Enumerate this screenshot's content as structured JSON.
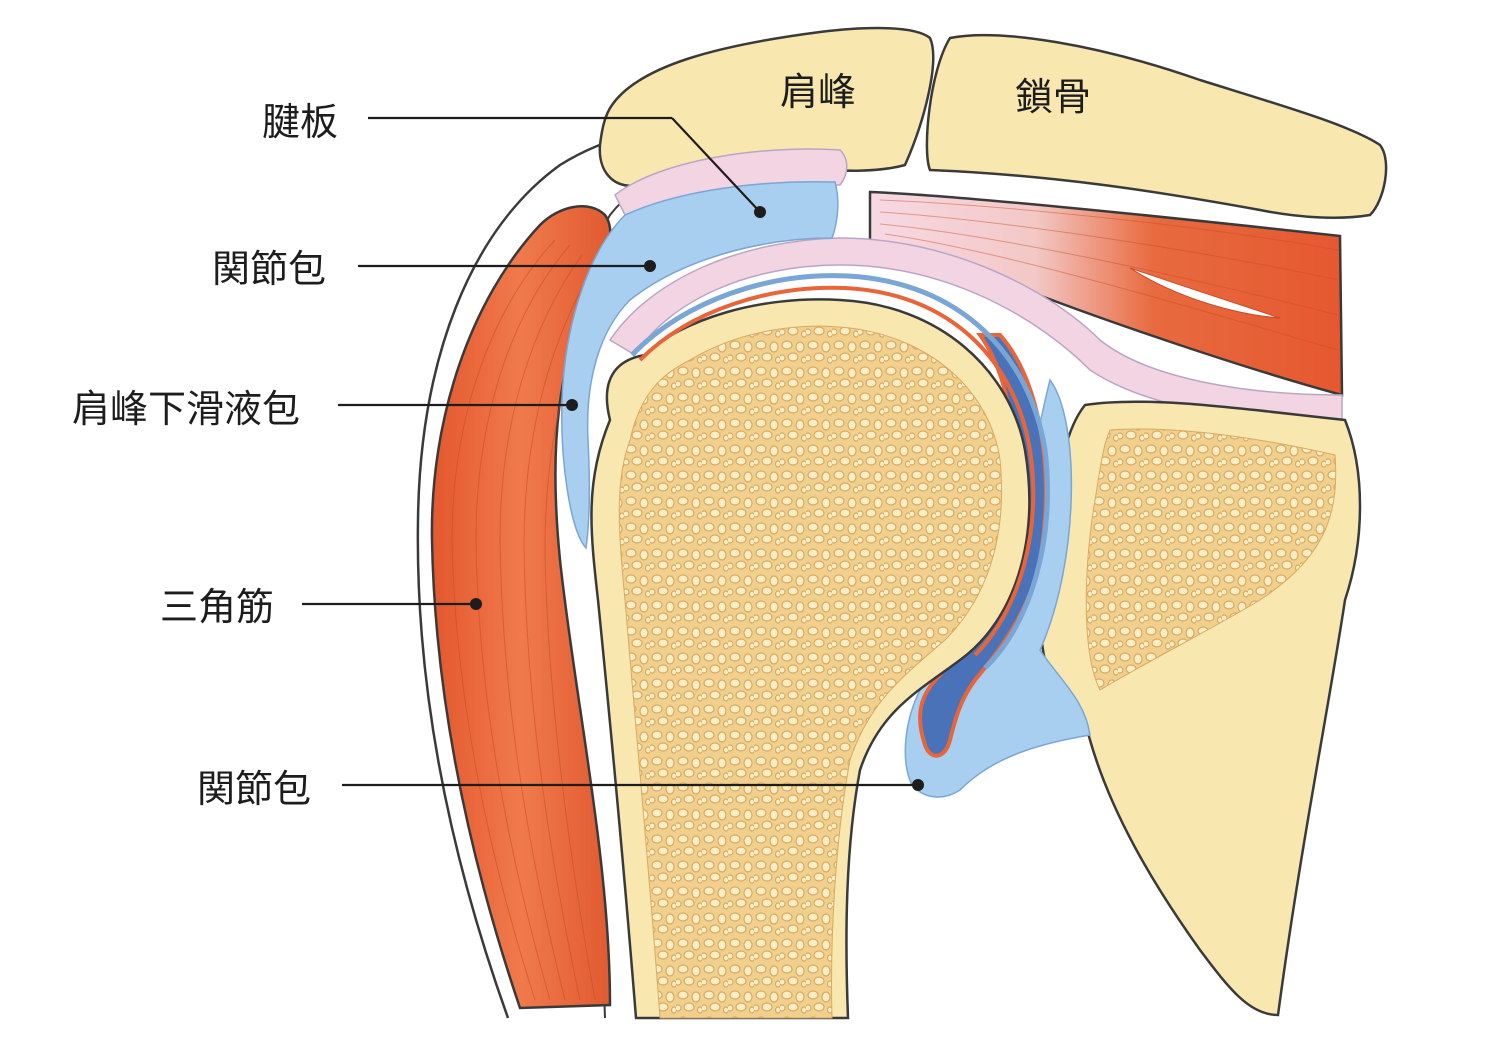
{
  "structures": {
    "acromion": "肩峰",
    "clavicle": "鎖骨"
  },
  "labels": {
    "tendon_plate": "腱板",
    "joint_capsule_upper": "関節包",
    "subacromial_bursa": "肩峰下滑液包",
    "deltoid": "三角筋",
    "joint_capsule_lower": "関節包"
  },
  "colors": {
    "bone": "#f8e8b0",
    "bone_pattern": "#e0b870",
    "bone_pattern_fill": "#f3d496",
    "muscle": "#e8653a",
    "capsule_blue": "#a8cff0",
    "synovial_dark_blue": "#4a72b8",
    "tendon_pink": "#f2d4e2",
    "outline": "#3a3a3a"
  }
}
